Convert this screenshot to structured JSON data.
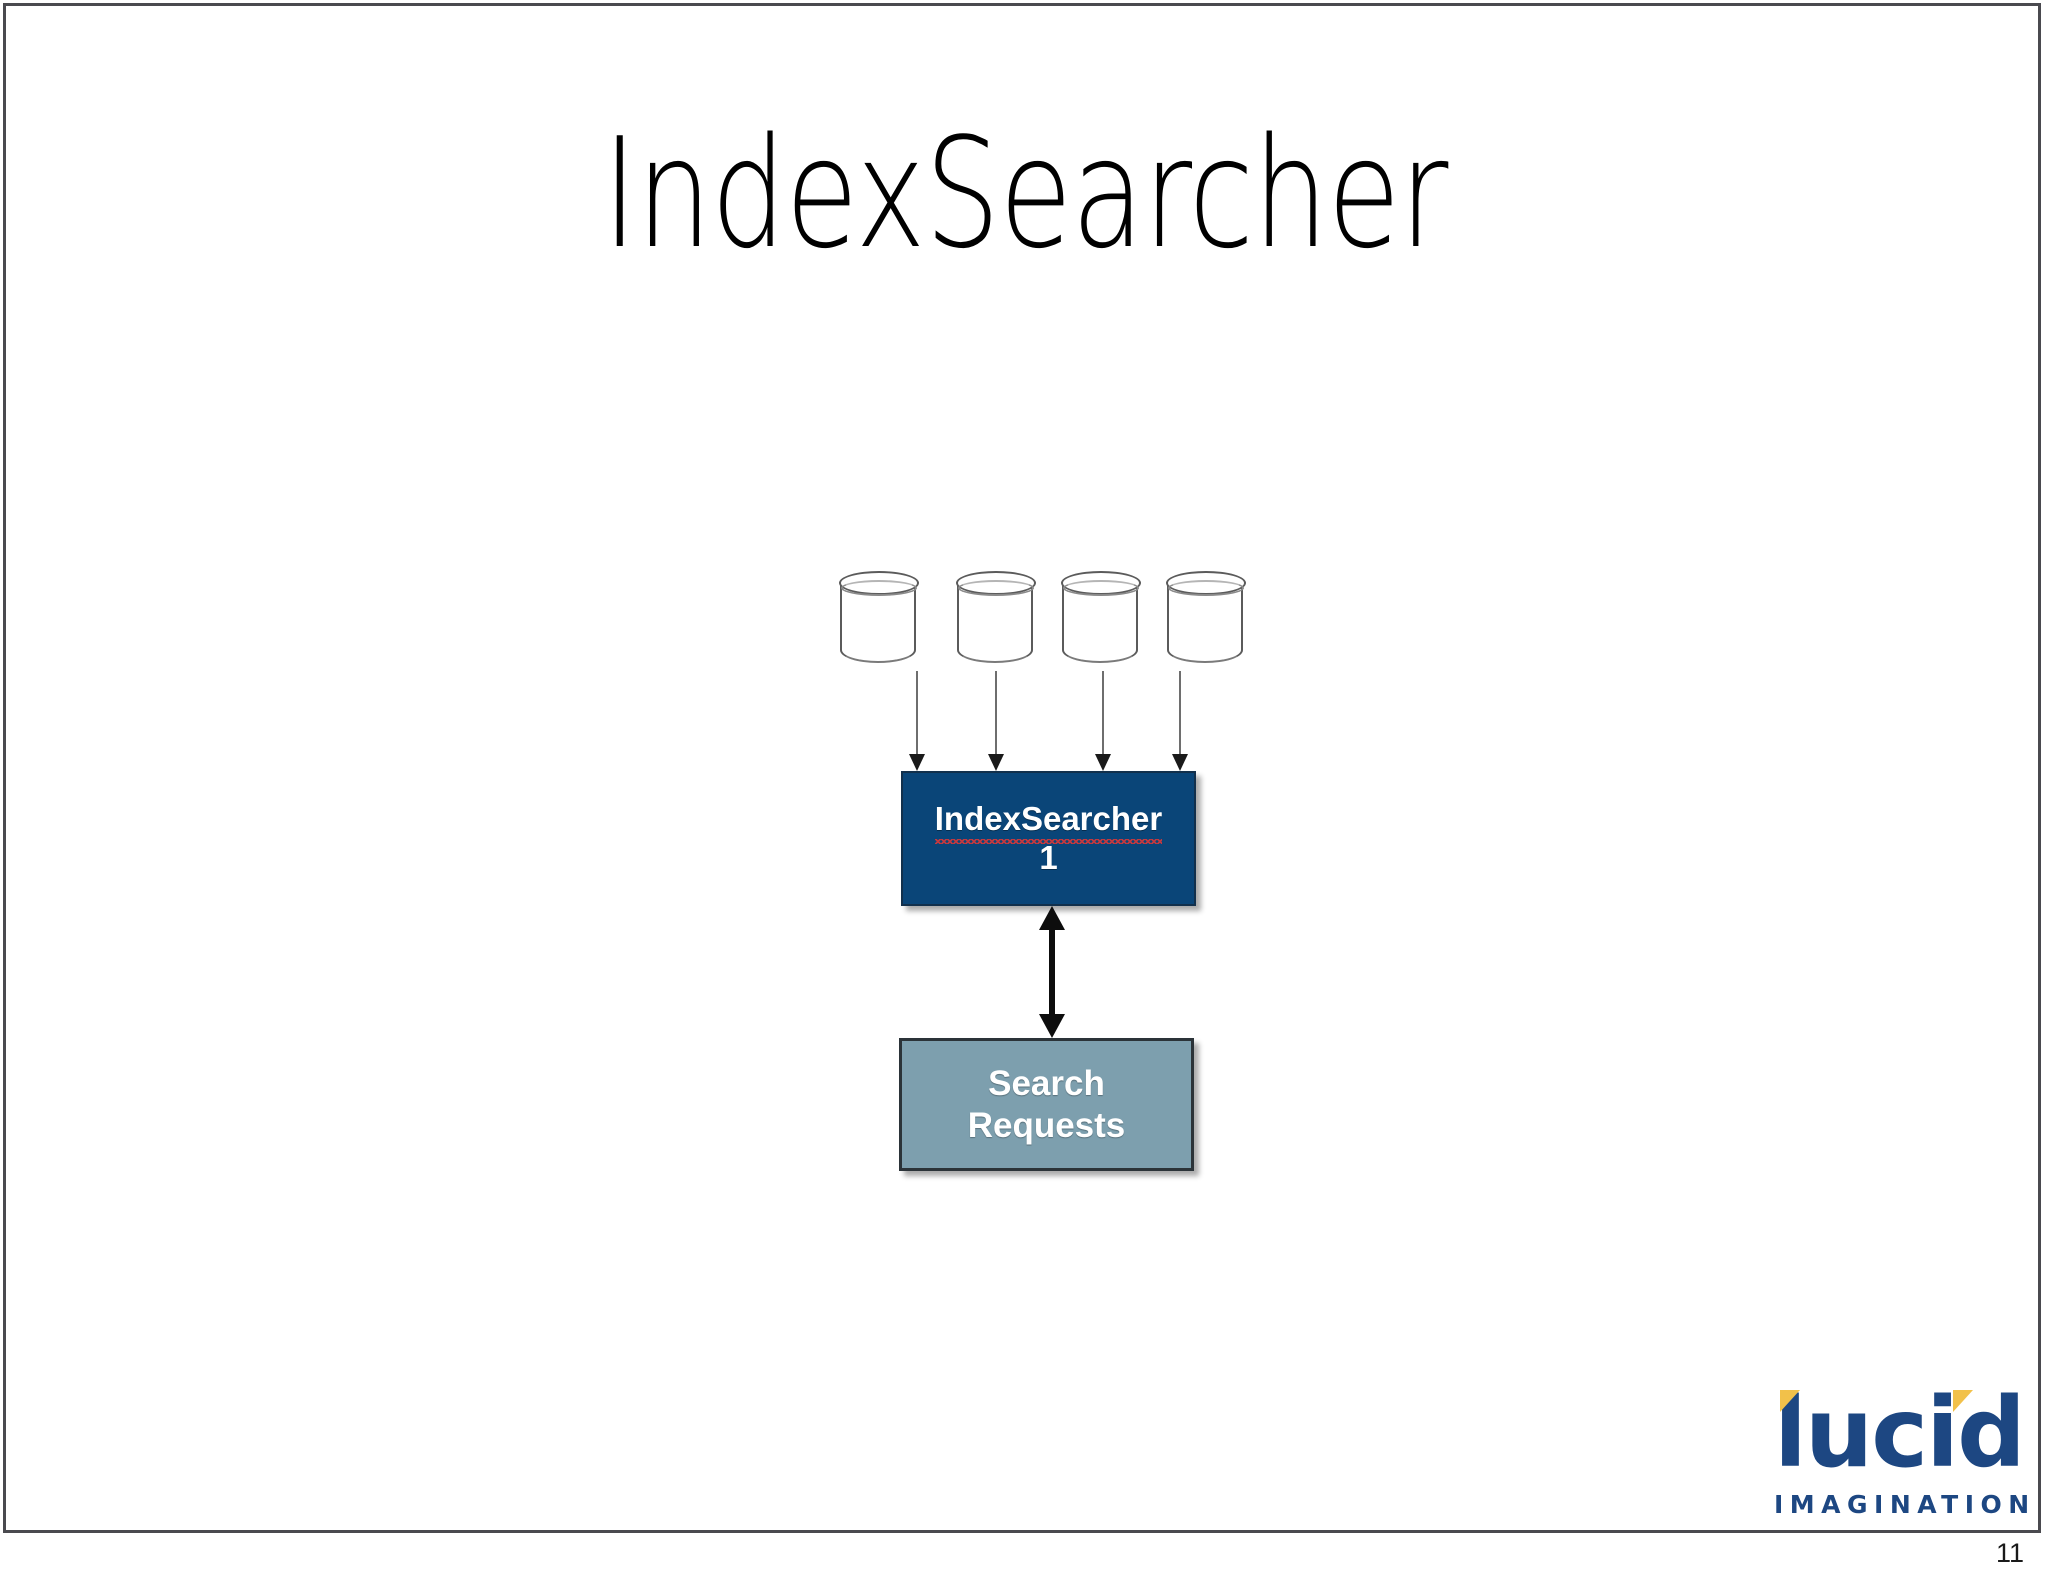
{
  "slide": {
    "title": "IndexSearcher",
    "page_number": "11",
    "border_color": "#4a4a4f",
    "background": "#ffffff"
  },
  "diagram": {
    "name": "indexsearcher-architecture-diagram",
    "sources": [
      {
        "label": "",
        "icon": "database-cylinder-icon"
      },
      {
        "label": "",
        "icon": "database-cylinder-icon"
      },
      {
        "label": "",
        "icon": "database-cylinder-icon"
      },
      {
        "label": "",
        "icon": "database-cylinder-icon"
      }
    ],
    "index_searcher_box": {
      "title": "IndexSearcher",
      "instance": "1",
      "fill": "#0a4578",
      "text_color": "#ffffff",
      "spellcheck_underline": true,
      "spellcheck_color": "#c2393f"
    },
    "search_requests_box": {
      "line1": "Search",
      "line2": "Requests",
      "fill": "#7d9fae",
      "text_color": "#ffffff"
    },
    "connector": {
      "type": "double-headed-arrow",
      "color": "#0d0d0d"
    },
    "feed_arrows": {
      "count": 4,
      "direction": "down",
      "stem_color": "#6e6e6e",
      "head_color": "#1a1a1a"
    }
  },
  "logo": {
    "wordmark": "lucid",
    "tagline": "IMAGINATION",
    "brand_color": "#1d4782",
    "accent_color": "#f2c14a"
  }
}
